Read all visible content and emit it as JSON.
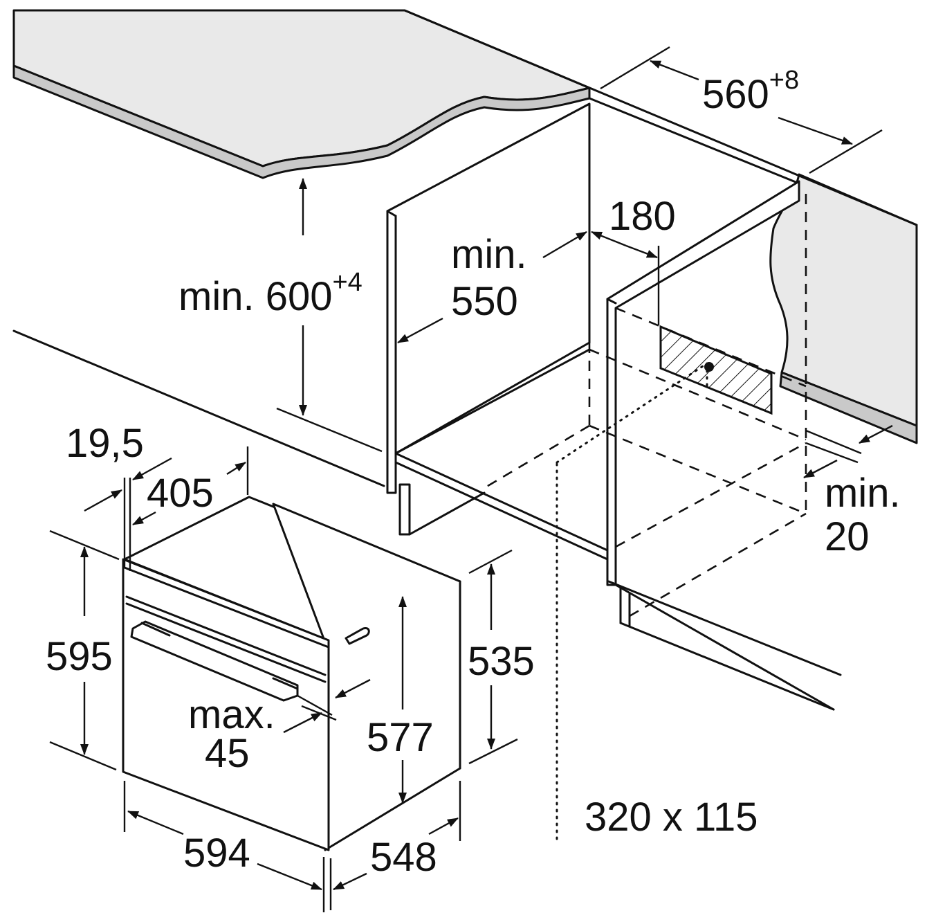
{
  "dimensions": {
    "counter_width": {
      "base": "560",
      "sup": "+8"
    },
    "niche_height": {
      "prefix": "min. ",
      "base": "600",
      "sup": "+4"
    },
    "niche_depth": {
      "line1": "min.",
      "line2": "550"
    },
    "vent_setback": "180",
    "rear_gap": {
      "line1": "min.",
      "line2": "20"
    },
    "vent_opening": "320 x 115",
    "front_panel_thickness": "19,5",
    "door_depth": "405",
    "oven_height": "595",
    "body_height_rear": "535",
    "body_height_inner": "577",
    "handle_projection": {
      "line1": "max.",
      "line2": "45"
    },
    "oven_width": "594",
    "oven_depth": "548"
  },
  "colors": {
    "line": "#111111",
    "countertop": "#e9e9e9",
    "countertop_edge": "#c9c9c9",
    "background": "#ffffff"
  }
}
